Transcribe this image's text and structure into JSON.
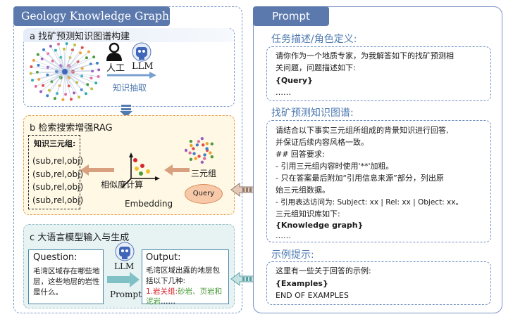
{
  "left_panel": {
    "title": "Geology Knowledge Graph Base",
    "section_a": {
      "label": "a  找矿预测知识图谱构建",
      "human_label": "人工",
      "llm_label": "LLM",
      "extraction_label": "知识抽取"
    },
    "section_b": {
      "label": "b  检索搜索增强RAG",
      "triples_title": "知识三元组:",
      "triples": [
        "(sub,rel,obj)",
        "(sub,rel,obj)",
        "(sub,rel,obj)",
        "(sub,rel,obj)"
      ],
      "similarity_label": "相似度计算",
      "embedding_label": "Embedding",
      "triple_label": "三元组",
      "query_label": "Query"
    },
    "section_c": {
      "label": "c  大语言模型输入与生成",
      "question_title": "Question:",
      "question_lines": [
        "毛湾区域存在哪些地",
        "层，这些地层的岩性",
        "是什么。"
      ],
      "llm_label": "LLM",
      "prompt_label": "Prompt",
      "output_title": "Output:",
      "output_lines": [
        "毛湾区域出露的地层包",
        "括以下几种:"
      ],
      "output_item_prefix": "1.",
      "output_item_red": "岩关组:",
      "output_item_green": "砂岩、页岩和",
      "output_item_green2": "泥岩",
      "output_item_tail": "……"
    }
  },
  "prompt_panel": {
    "title": "Prompt",
    "task_head": "任务描述/角色定义:",
    "task_lines": [
      "请你作为一个地质专家，为我解答如下的找矿预测相",
      "关问题，问题描述如下:"
    ],
    "task_placeholder": "{Query}",
    "task_ellipsis": "……",
    "kg_head": "找矿预测知识图谱:",
    "kg_lines": [
      "请结合以下事实三元组所组成的背景知识进行回答,",
      "并保证后续内容风格一致。",
      "## 回答要求:",
      "- 引用三元组内容时使用'**'加粗。",
      "- 只在答案最后附加“引用信息来源”部分，列出原",
      "  始三元组数据。",
      "- 引用表达访问为: Subject: xx | Rel: xx | Object: xx。",
      "三元组知识库如下:"
    ],
    "kg_placeholder": "{Knowledge graph}",
    "kg_ellipsis": "……",
    "example_head": "示例提示:",
    "example_line": "这里有一些关于回答的示例:",
    "example_placeholder": "{Examples}",
    "example_end": "END OF EXAMPLES"
  },
  "colors": {
    "title_bg": "#5b79ad",
    "orange_arrow": "#d9a07f",
    "teal_arrow": "#7fc1c4",
    "red_text": "#d8242d",
    "green_text": "#4a9b3a",
    "accent_blue": "#4f7ab0"
  },
  "icons": [
    "person-icon",
    "llm-robot-icon",
    "knowledge-graph-icon",
    "embedding-axes-icon",
    "triple-cluster-icon",
    "double-arrow-icon"
  ]
}
